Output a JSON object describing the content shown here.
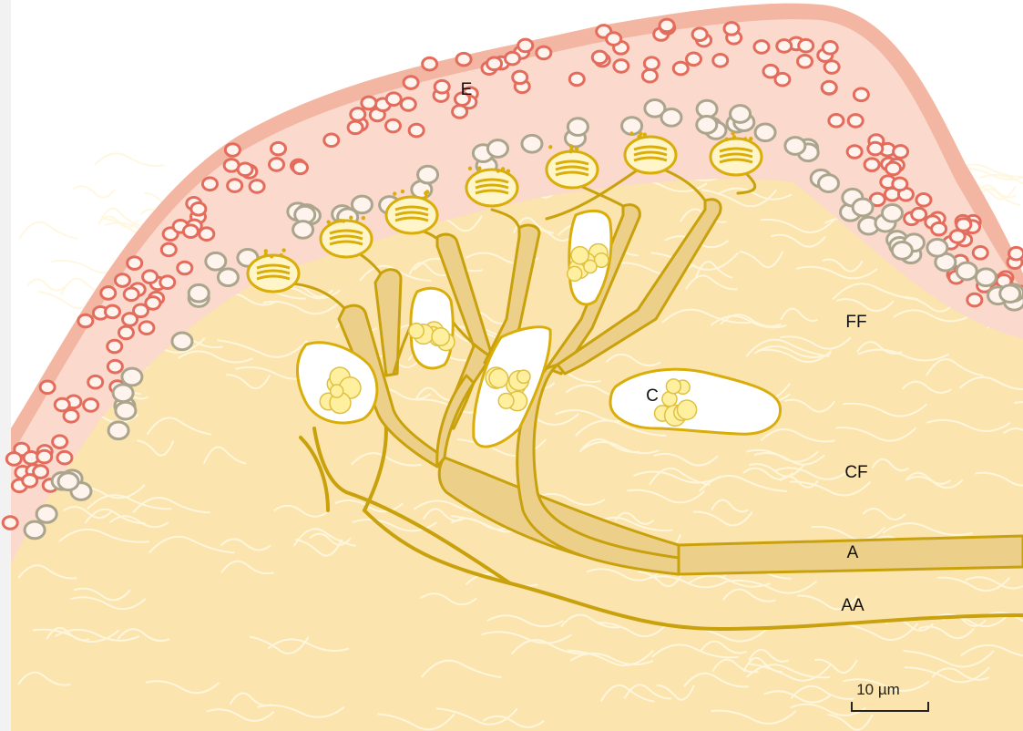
{
  "labels": {
    "epidermis": "E",
    "corpuscle": "C",
    "fine_fibers": "FF",
    "coarse_fibers": "CF",
    "axon": "A",
    "accessory_axon": "AA"
  },
  "scale_bar": {
    "label": "10 µm"
  },
  "colors": {
    "background": "#ffffff",
    "dermis": "#fbe4ad",
    "dermis_fibers": "#fff6dc",
    "epidermis_outer": "#f3bca8",
    "epidermis_inner": "#fbd9cc",
    "pink_cells": "#e36c5c",
    "grey_cells": "#aaa58c",
    "nerve_fill": "#ecd08a",
    "nerve_stroke": "#c8a10c",
    "receptor": "#d9ad0a",
    "corpuscle_fill": "#ffffff",
    "corpuscle_cells": "#fff0a0"
  }
}
